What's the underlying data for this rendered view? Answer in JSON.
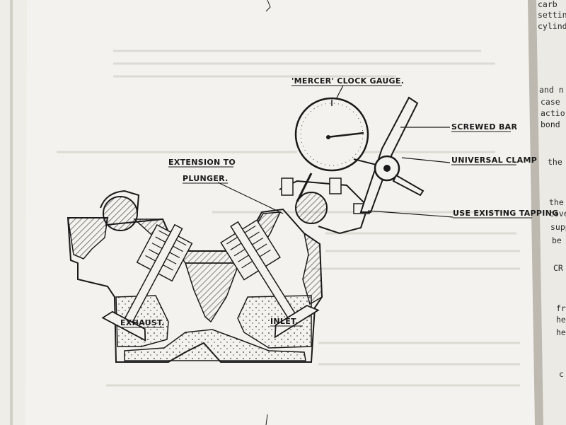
{
  "diagram": {
    "labels": {
      "clock_gauge": "'MERCER' CLOCK GAUGE.",
      "screwed_bar": "SCREWED BAR",
      "universal_clamp": "UNIVERSAL CLAMP",
      "extension_line1": "EXTENSION TO",
      "extension_line2": "PLUNGER.",
      "use_existing_tapping": "USE EXISTING TAPPING",
      "exhaust": "EXHAUST.",
      "inlet": "INLET."
    }
  },
  "facing_page": {
    "text_fragments": [
      "carb",
      "settin",
      "cylind",
      "and n",
      "case",
      "actio",
      "bond",
      "the",
      "the",
      "cove",
      "supp",
      "be",
      "CR",
      "fr",
      "he",
      "he",
      "c"
    ]
  }
}
